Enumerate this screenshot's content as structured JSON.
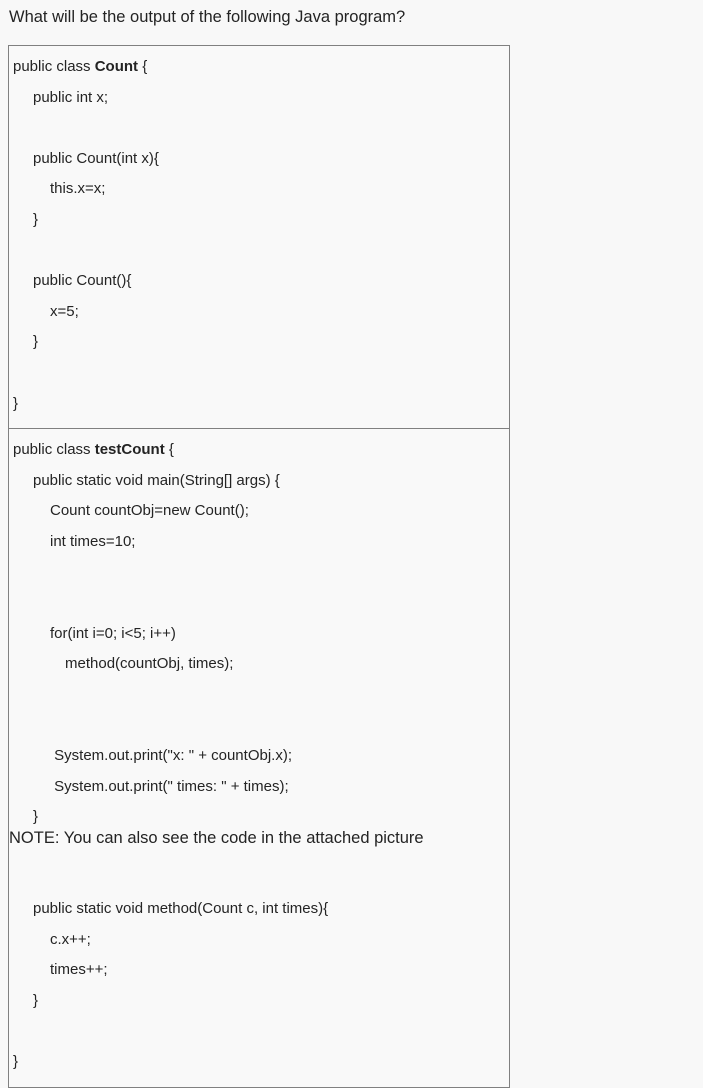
{
  "question": {
    "heading": "What will be the output of the following Java program?"
  },
  "code_blocks": [
    {
      "name": "count-class",
      "lines": [
        {
          "indent": 0,
          "pre": "public class ",
          "bold": "Count",
          "post": " {"
        },
        {
          "indent": 1,
          "pre": "public int x;",
          "bold": "",
          "post": ""
        },
        {
          "indent": 0,
          "pre": "",
          "bold": "",
          "post": ""
        },
        {
          "indent": 1,
          "pre": "public Count(int x){",
          "bold": "",
          "post": ""
        },
        {
          "indent": 2,
          "pre": "this.x=x;",
          "bold": "",
          "post": ""
        },
        {
          "indent": 1,
          "pre": "}",
          "bold": "",
          "post": ""
        },
        {
          "indent": 0,
          "pre": "",
          "bold": "",
          "post": ""
        },
        {
          "indent": 1,
          "pre": "public Count(){",
          "bold": "",
          "post": ""
        },
        {
          "indent": 2,
          "pre": "x=5;",
          "bold": "",
          "post": ""
        },
        {
          "indent": 1,
          "pre": "}",
          "bold": "",
          "post": ""
        },
        {
          "indent": 0,
          "pre": "",
          "bold": "",
          "post": ""
        },
        {
          "indent": 0,
          "pre": "}",
          "bold": "",
          "post": ""
        }
      ]
    },
    {
      "name": "testcount-class",
      "lines": [
        {
          "indent": 0,
          "pre": "public class ",
          "bold": "testCount",
          "post": " {"
        },
        {
          "indent": 1,
          "pre": "public static void main(String[] args) {",
          "bold": "",
          "post": ""
        },
        {
          "indent": 2,
          "pre": "Count countObj=new Count();",
          "bold": "",
          "post": ""
        },
        {
          "indent": 2,
          "pre": "int times=10;",
          "bold": "",
          "post": ""
        },
        {
          "indent": 0,
          "pre": "",
          "bold": "",
          "post": ""
        },
        {
          "indent": 0,
          "pre": "",
          "bold": "",
          "post": ""
        },
        {
          "indent": 2,
          "pre": "for(int i=0; i<5; i++)",
          "bold": "",
          "post": ""
        },
        {
          "indent": 3,
          "pre": "method(countObj, times);",
          "bold": "",
          "post": ""
        },
        {
          "indent": 0,
          "pre": "",
          "bold": "",
          "post": ""
        },
        {
          "indent": 0,
          "pre": "",
          "bold": "",
          "post": ""
        },
        {
          "indent": 2,
          "pre": " System.out.print(\"x: \" + countObj.x);",
          "bold": "",
          "post": ""
        },
        {
          "indent": 2,
          "pre": " System.out.print(\" times: \" + times);",
          "bold": "",
          "post": ""
        },
        {
          "indent": 1,
          "pre": "}",
          "bold": "",
          "post": ""
        },
        {
          "indent": 0,
          "pre": "",
          "bold": "",
          "post": ""
        },
        {
          "indent": 0,
          "pre": "",
          "bold": "",
          "post": ""
        },
        {
          "indent": 1,
          "pre": "public static void method(Count c, int times){",
          "bold": "",
          "post": ""
        },
        {
          "indent": 2,
          "pre": "c.x++;",
          "bold": "",
          "post": ""
        },
        {
          "indent": 2,
          "pre": "times++;",
          "bold": "",
          "post": ""
        },
        {
          "indent": 1,
          "pre": "}",
          "bold": "",
          "post": ""
        },
        {
          "indent": 0,
          "pre": "",
          "bold": "",
          "post": ""
        },
        {
          "indent": 0,
          "pre": "}",
          "bold": "",
          "post": ""
        }
      ]
    }
  ],
  "note": {
    "text": "NOTE: You can also see the code in the attached picture"
  },
  "colors": {
    "background": "#f8f8f8",
    "border": "#808080",
    "text": "#242424"
  }
}
